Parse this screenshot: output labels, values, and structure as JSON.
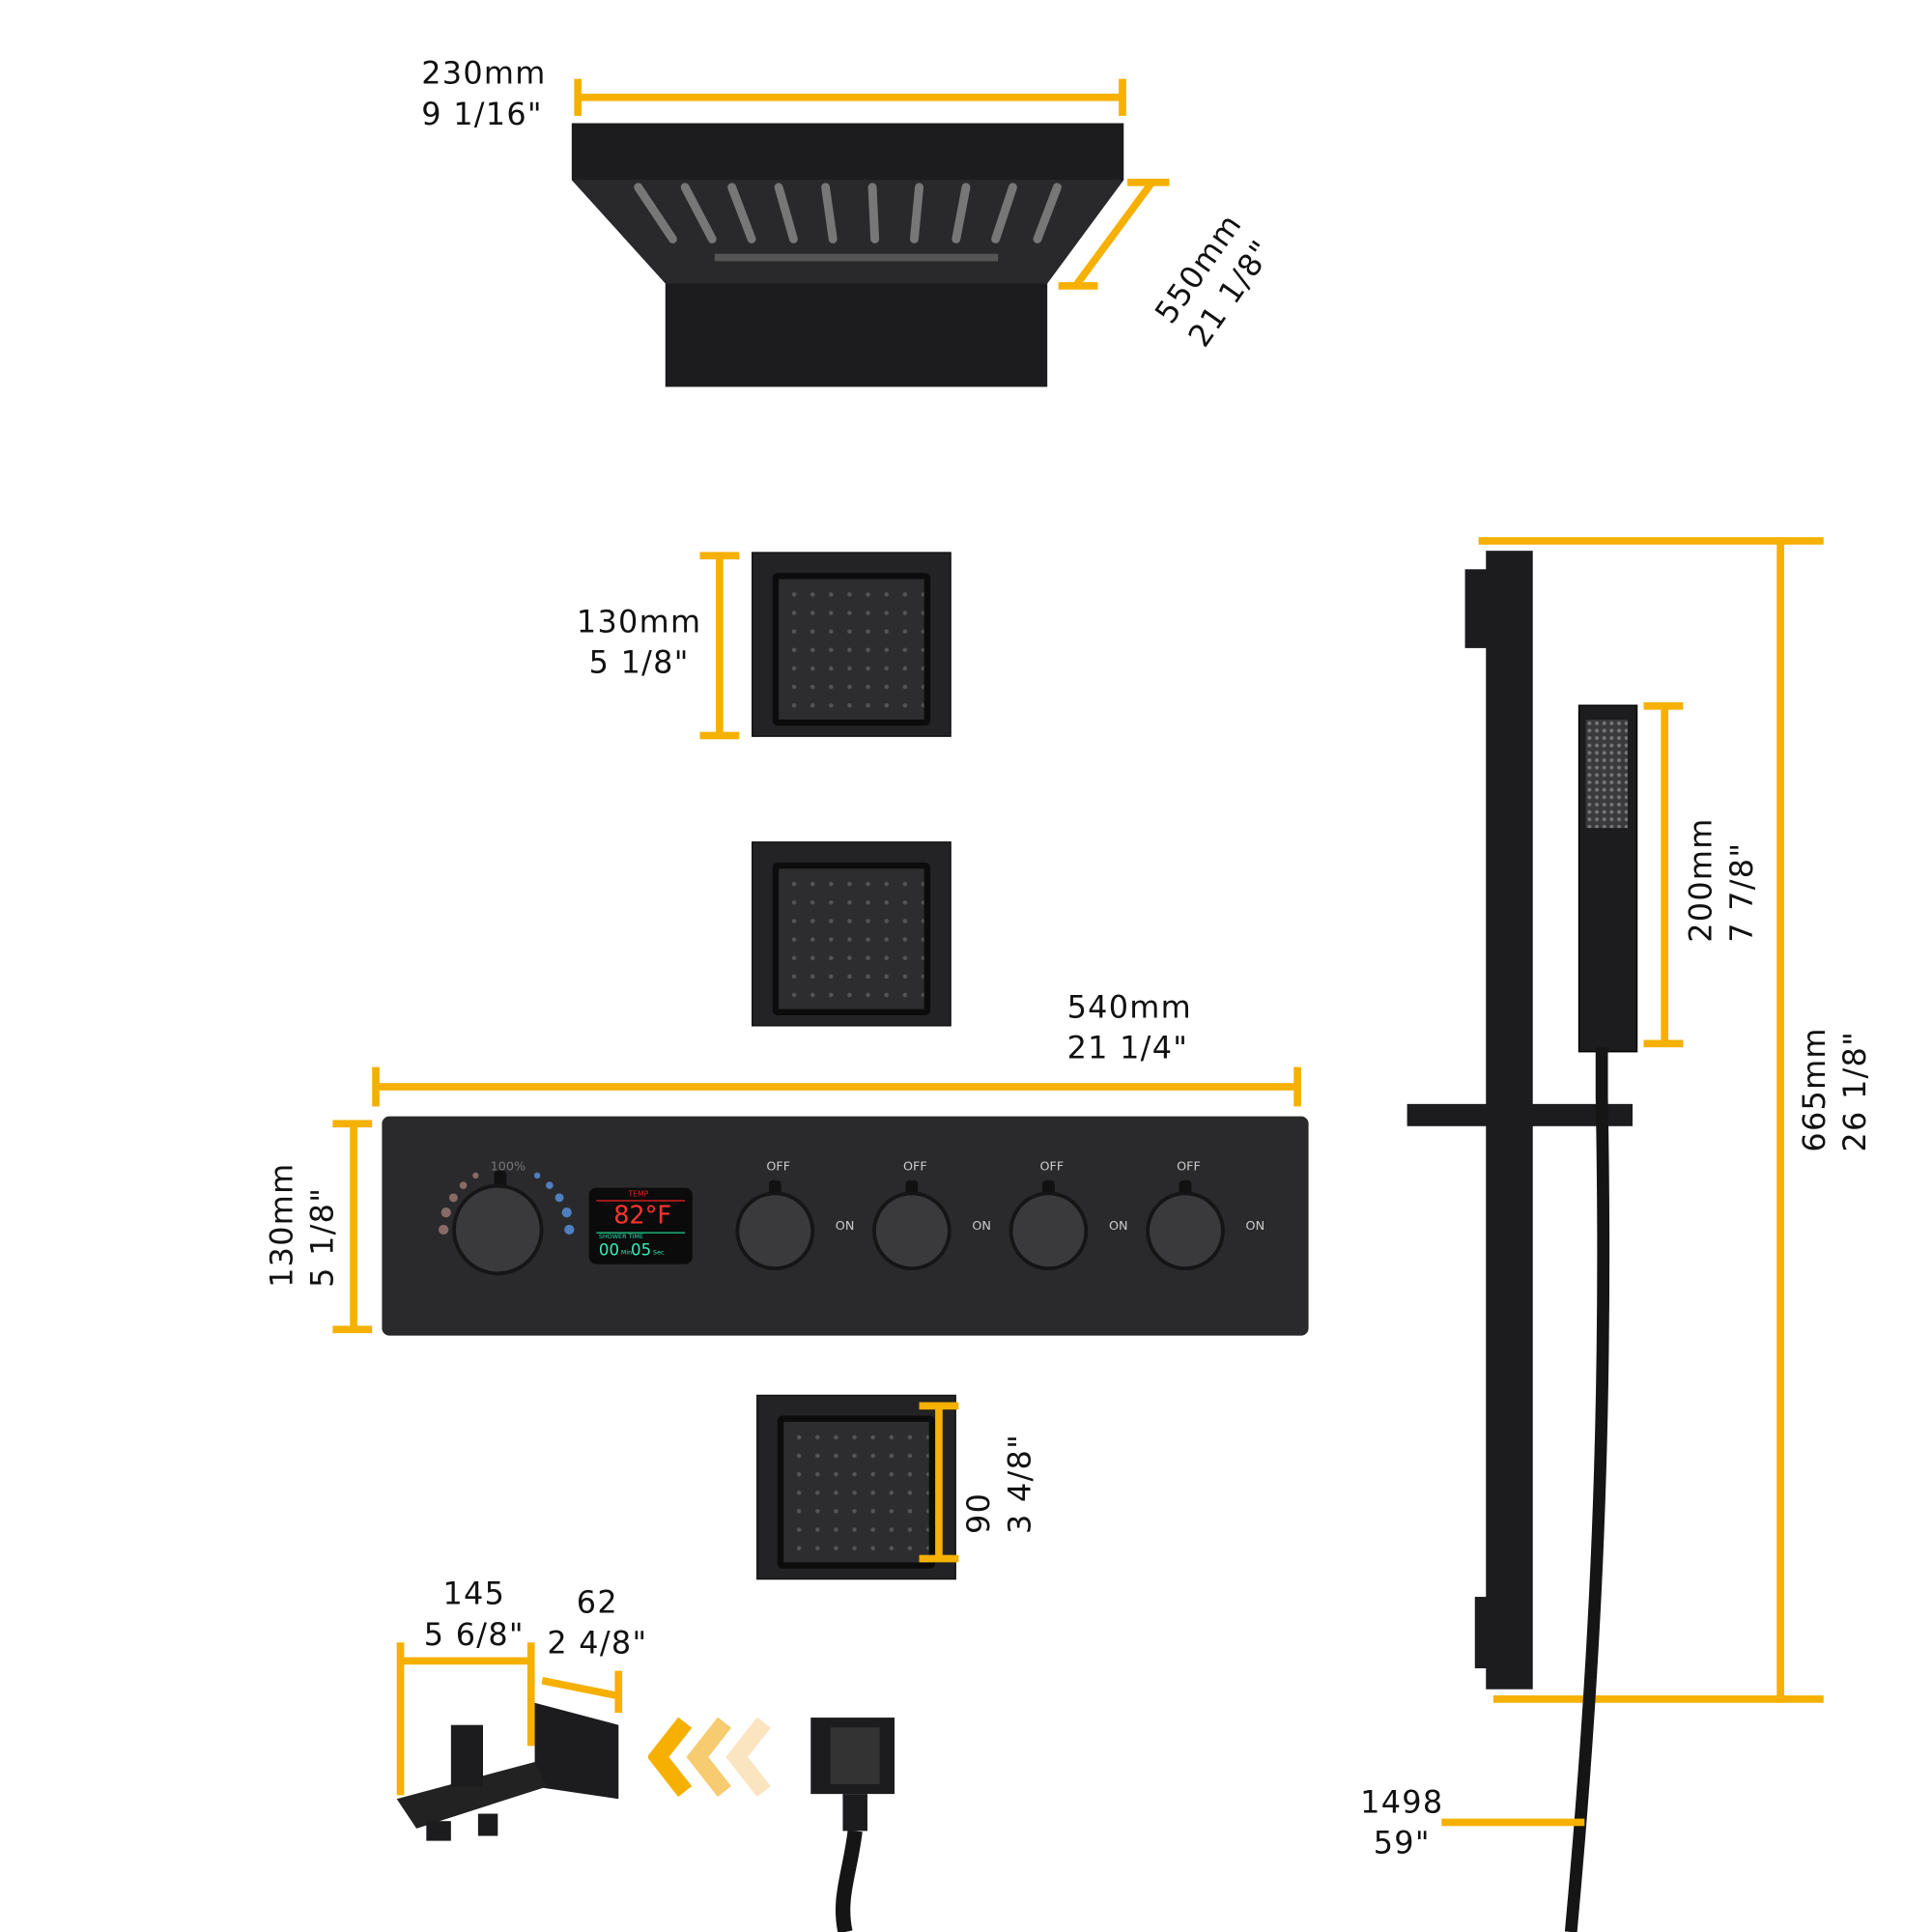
{
  "rain_head": {
    "width_mm": "230mm",
    "width_in": "9 1/16\"",
    "depth_mm": "550mm",
    "depth_in": "21 1/8\""
  },
  "body_jet": {
    "height_mm": "130mm",
    "height_in": "5 1/8\"",
    "small_mm": "90",
    "small_in": "3 4/8\""
  },
  "panel": {
    "width_mm": "540mm",
    "width_in": "21 1/4\"",
    "height_mm": "130mm",
    "height_in": "5 1/8\"",
    "scale_label": "100%",
    "display": {
      "temp_label": "TEMP",
      "temp": "82°F",
      "time_label": "SHOWER TIME",
      "min": "00",
      "min_unit": "Min",
      "sec": "05",
      "sec_unit": "Sec"
    },
    "valves": [
      {
        "off": "OFF",
        "on": "ON",
        "icon": "rain-shower-icon"
      },
      {
        "off": "OFF",
        "on": "ON",
        "icon": "hand-shower-icon"
      },
      {
        "off": "OFF",
        "on": "ON",
        "icon": "body-jet-icon"
      },
      {
        "off": "OFF",
        "on": "ON",
        "icon": "tub-spout-icon"
      }
    ]
  },
  "spout": {
    "length_mm": "145",
    "length_in": "5 6/8\"",
    "depth_mm": "62",
    "depth_in": "2 4/8\""
  },
  "hand_shower": {
    "length_mm": "200mm",
    "length_in": "7 7/8\""
  },
  "slide_bar": {
    "height_mm": "665mm",
    "height_in": "26 1/8\""
  },
  "hose": {
    "length_mm": "1498",
    "length_in": "59\""
  },
  "colors": {
    "accent": "#F5B000",
    "product": "#1c1c1e"
  }
}
